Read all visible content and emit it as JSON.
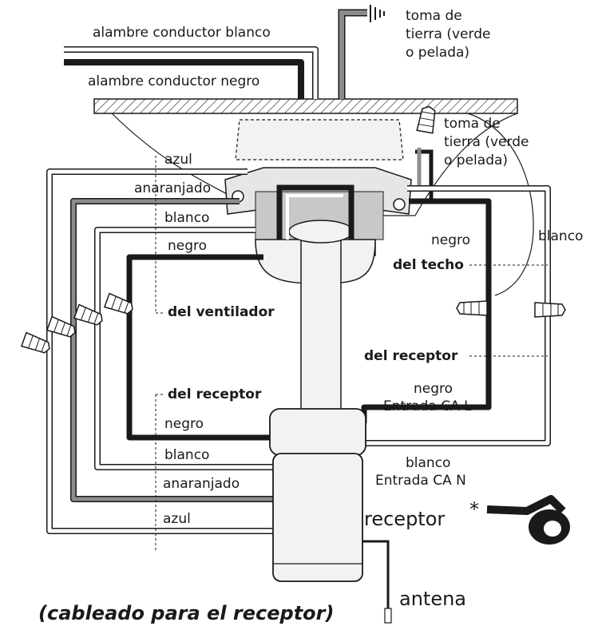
{
  "colors": {
    "black_wire": "#1a1a1a",
    "white_wire": "#ffffff",
    "gray_wire": "#8c8c8c",
    "outline": "#1a1a1a",
    "housing_fill": "#f2f2f2",
    "shadow_fill": "#c8c8c8"
  },
  "labels": {
    "ceiling_white": "alambre conductor blanco",
    "ceiling_black": "alambre conductor negro",
    "ground_top_1": "toma de",
    "ground_top_2": "tierra (verde",
    "ground_top_3": "o pelada)",
    "ground_mid_1": "toma de",
    "ground_mid_2": "tierra (verde",
    "ground_mid_3": "o pelada)",
    "fan_blue": "azul",
    "fan_orange": "anaranjado",
    "fan_white": "blanco",
    "fan_black": "negro",
    "from_fan": "del ventilador",
    "ceiling_negro": "negro",
    "from_ceiling": "del techo",
    "right_blanco": "blanco",
    "from_receiver_right": "del receptor",
    "negro_ac_1": "negro",
    "negro_ac_2": "Entrada CA L",
    "from_receiver_left": "del receptor",
    "rx_black": "negro",
    "rx_white": "blanco",
    "rx_orange": "anaranjado",
    "rx_blue": "azul",
    "blanco_ac_1": "blanco",
    "blanco_ac_2": "Entrada CA N",
    "receiver": "receptor",
    "asterisk": "*",
    "antenna": "antena",
    "caption": "(cableado para el receptor)"
  },
  "icons": [
    "wire-nut-icon",
    "ground-symbol-icon",
    "electrical-tape-icon",
    "antenna-wire-icon"
  ]
}
